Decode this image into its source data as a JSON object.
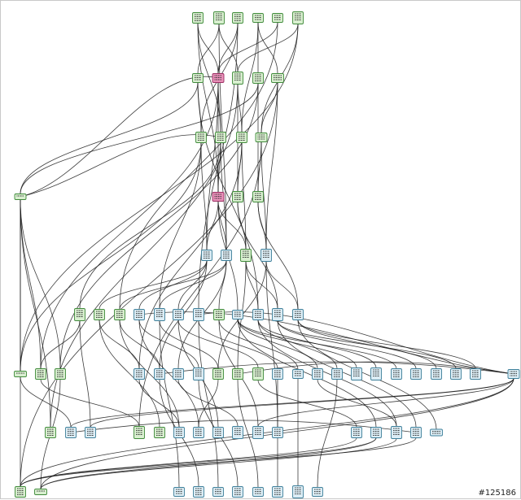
{
  "image_id": "#125186",
  "colors": {
    "background": "#ffffff",
    "edge": "#1a1a1a",
    "node_green_fill": "#d8efcf",
    "node_green_stroke": "#3f8a3a",
    "node_blue_fill": "#dcedf5",
    "node_blue_stroke": "#3d7f9a",
    "node_pink_fill": "#e88fb8",
    "node_pink_stroke": "#9a2f62"
  },
  "diagram": {
    "type": "directed-graph",
    "nodes": [
      {
        "id": "r0",
        "tone": "green"
      },
      {
        "id": "r1",
        "tone": "green"
      },
      {
        "id": "r2",
        "tone": "green"
      },
      {
        "id": "r3",
        "tone": "green"
      },
      {
        "id": "r4",
        "tone": "green"
      },
      {
        "id": "r5",
        "tone": "green"
      },
      {
        "id": "b0",
        "tone": "green"
      },
      {
        "id": "b1",
        "tone": "pink"
      },
      {
        "id": "b2",
        "tone": "green"
      },
      {
        "id": "b3",
        "tone": "green"
      },
      {
        "id": "b4",
        "tone": "green"
      },
      {
        "id": "c0",
        "tone": "green"
      },
      {
        "id": "c1",
        "tone": "green"
      },
      {
        "id": "c2",
        "tone": "green"
      },
      {
        "id": "c3",
        "tone": "green"
      },
      {
        "id": "h0",
        "tone": "green"
      },
      {
        "id": "d0",
        "tone": "pink"
      },
      {
        "id": "d1",
        "tone": "green"
      },
      {
        "id": "d2",
        "tone": "green"
      },
      {
        "id": "e0",
        "tone": "blue"
      },
      {
        "id": "e1",
        "tone": "blue"
      },
      {
        "id": "e2",
        "tone": "green"
      },
      {
        "id": "e3",
        "tone": "blue"
      },
      {
        "id": "f0",
        "tone": "green"
      },
      {
        "id": "f1",
        "tone": "green"
      },
      {
        "id": "f2",
        "tone": "green"
      },
      {
        "id": "f3",
        "tone": "blue"
      },
      {
        "id": "f4",
        "tone": "blue"
      },
      {
        "id": "f5",
        "tone": "blue"
      },
      {
        "id": "f6",
        "tone": "blue"
      },
      {
        "id": "f7",
        "tone": "green"
      },
      {
        "id": "f8",
        "tone": "blue"
      },
      {
        "id": "f9",
        "tone": "blue"
      },
      {
        "id": "f10",
        "tone": "blue"
      },
      {
        "id": "f11",
        "tone": "blue"
      },
      {
        "id": "g0",
        "tone": "green"
      },
      {
        "id": "g1",
        "tone": "green"
      },
      {
        "id": "g2",
        "tone": "green"
      },
      {
        "id": "g3",
        "tone": "blue"
      },
      {
        "id": "g4",
        "tone": "blue"
      },
      {
        "id": "g5",
        "tone": "blue"
      },
      {
        "id": "g6",
        "tone": "blue"
      },
      {
        "id": "g7",
        "tone": "green"
      },
      {
        "id": "g8",
        "tone": "green"
      },
      {
        "id": "g9",
        "tone": "green"
      },
      {
        "id": "g10",
        "tone": "blue"
      },
      {
        "id": "g11",
        "tone": "blue"
      },
      {
        "id": "g12",
        "tone": "blue"
      },
      {
        "id": "g13",
        "tone": "blue"
      },
      {
        "id": "g14",
        "tone": "blue"
      },
      {
        "id": "g15",
        "tone": "blue"
      },
      {
        "id": "g16",
        "tone": "blue"
      },
      {
        "id": "g17",
        "tone": "blue"
      },
      {
        "id": "g18",
        "tone": "blue"
      },
      {
        "id": "g19",
        "tone": "blue"
      },
      {
        "id": "g20",
        "tone": "blue"
      },
      {
        "id": "g21",
        "tone": "blue"
      },
      {
        "id": "i0",
        "tone": "green"
      },
      {
        "id": "i1",
        "tone": "blue"
      },
      {
        "id": "i2",
        "tone": "blue"
      },
      {
        "id": "i3",
        "tone": "green"
      },
      {
        "id": "i4",
        "tone": "green"
      },
      {
        "id": "i5",
        "tone": "blue"
      },
      {
        "id": "i6",
        "tone": "blue"
      },
      {
        "id": "i7",
        "tone": "blue"
      },
      {
        "id": "i8",
        "tone": "blue"
      },
      {
        "id": "i9",
        "tone": "blue"
      },
      {
        "id": "i10",
        "tone": "blue"
      },
      {
        "id": "i11",
        "tone": "blue"
      },
      {
        "id": "i12",
        "tone": "blue"
      },
      {
        "id": "i13",
        "tone": "blue"
      },
      {
        "id": "i14",
        "tone": "blue"
      },
      {
        "id": "i15",
        "tone": "blue"
      },
      {
        "id": "j0",
        "tone": "green"
      },
      {
        "id": "j1",
        "tone": "green"
      },
      {
        "id": "j2",
        "tone": "blue"
      },
      {
        "id": "j3",
        "tone": "blue"
      },
      {
        "id": "j4",
        "tone": "blue"
      },
      {
        "id": "j5",
        "tone": "blue"
      },
      {
        "id": "j6",
        "tone": "blue"
      },
      {
        "id": "j7",
        "tone": "blue"
      },
      {
        "id": "j8",
        "tone": "blue"
      },
      {
        "id": "j9",
        "tone": "blue"
      }
    ],
    "edges": [
      [
        "r0",
        "b1"
      ],
      [
        "r0",
        "c1"
      ],
      [
        "r0",
        "d0"
      ],
      [
        "r1",
        "b0"
      ],
      [
        "r1",
        "b2"
      ],
      [
        "r1",
        "e1"
      ],
      [
        "r2",
        "b1"
      ],
      [
        "r2",
        "c0"
      ],
      [
        "r2",
        "f6"
      ],
      [
        "r3",
        "b3"
      ],
      [
        "r3",
        "b4"
      ],
      [
        "r3",
        "c2"
      ],
      [
        "r4",
        "b1"
      ],
      [
        "r4",
        "f2"
      ],
      [
        "r5",
        "b2"
      ],
      [
        "r5",
        "g0"
      ],
      [
        "r5",
        "c3"
      ],
      [
        "b0",
        "c0"
      ],
      [
        "b0",
        "h0"
      ],
      [
        "b0",
        "f9"
      ],
      [
        "b1",
        "d0"
      ],
      [
        "b1",
        "c1"
      ],
      [
        "b1",
        "g1"
      ],
      [
        "b1",
        "e0"
      ],
      [
        "b2",
        "c2"
      ],
      [
        "b2",
        "d1"
      ],
      [
        "b2",
        "i0"
      ],
      [
        "b3",
        "h0"
      ],
      [
        "b3",
        "d2"
      ],
      [
        "b3",
        "g2"
      ],
      [
        "b4",
        "c3"
      ],
      [
        "b4",
        "e3"
      ],
      [
        "b4",
        "j0"
      ],
      [
        "c0",
        "e0"
      ],
      [
        "c0",
        "f4"
      ],
      [
        "c0",
        "g0"
      ],
      [
        "c1",
        "d0"
      ],
      [
        "c1",
        "e1"
      ],
      [
        "c1",
        "f0"
      ],
      [
        "c2",
        "d1"
      ],
      [
        "c2",
        "e2"
      ],
      [
        "c2",
        "g3"
      ],
      [
        "c3",
        "d2"
      ],
      [
        "c3",
        "e3"
      ],
      [
        "c3",
        "i3"
      ],
      [
        "d0",
        "e0"
      ],
      [
        "d0",
        "e1"
      ],
      [
        "d0",
        "e2"
      ],
      [
        "d0",
        "f8"
      ],
      [
        "d1",
        "e2"
      ],
      [
        "d1",
        "f10"
      ],
      [
        "d2",
        "e3"
      ],
      [
        "d2",
        "f11"
      ],
      [
        "h0",
        "g0"
      ],
      [
        "h0",
        "g1"
      ],
      [
        "h0",
        "g2"
      ],
      [
        "h0",
        "i0"
      ],
      [
        "h0",
        "j0"
      ],
      [
        "h0",
        "b1"
      ],
      [
        "h0",
        "c1"
      ],
      [
        "e0",
        "f1"
      ],
      [
        "e0",
        "f3"
      ],
      [
        "e0",
        "f5"
      ],
      [
        "e0",
        "g4"
      ],
      [
        "e1",
        "f2"
      ],
      [
        "e1",
        "f4"
      ],
      [
        "e1",
        "f7"
      ],
      [
        "e1",
        "g5"
      ],
      [
        "e2",
        "f9"
      ],
      [
        "e2",
        "f10"
      ],
      [
        "e2",
        "g8"
      ],
      [
        "e3",
        "f11"
      ],
      [
        "e3",
        "g7"
      ],
      [
        "e3",
        "i10"
      ],
      [
        "f0",
        "g1"
      ],
      [
        "f0",
        "i2"
      ],
      [
        "f1",
        "g3"
      ],
      [
        "f1",
        "i4"
      ],
      [
        "f2",
        "g4"
      ],
      [
        "f2",
        "i5"
      ],
      [
        "f3",
        "g6"
      ],
      [
        "f3",
        "i6"
      ],
      [
        "f4",
        "g7"
      ],
      [
        "f4",
        "j2"
      ],
      [
        "f5",
        "g9"
      ],
      [
        "f5",
        "i7"
      ],
      [
        "f6",
        "g10"
      ],
      [
        "f6",
        "j4"
      ],
      [
        "f7",
        "g11"
      ],
      [
        "f7",
        "i9"
      ],
      [
        "f8",
        "g12"
      ],
      [
        "f8",
        "g14"
      ],
      [
        "f8",
        "g16"
      ],
      [
        "f8",
        "i12"
      ],
      [
        "f9",
        "g13"
      ],
      [
        "f9",
        "g15"
      ],
      [
        "f9",
        "i13"
      ],
      [
        "f10",
        "g17"
      ],
      [
        "f10",
        "g19"
      ],
      [
        "f10",
        "i14"
      ],
      [
        "f11",
        "g18"
      ],
      [
        "f11",
        "g20"
      ],
      [
        "f11",
        "i15"
      ],
      [
        "g0",
        "i1"
      ],
      [
        "g1",
        "i3"
      ],
      [
        "g2",
        "j1"
      ],
      [
        "g3",
        "i5"
      ],
      [
        "g4",
        "j3"
      ],
      [
        "g5",
        "i8"
      ],
      [
        "g6",
        "j5"
      ],
      [
        "g7",
        "i6"
      ],
      [
        "g8",
        "j6"
      ],
      [
        "g9",
        "i11"
      ],
      [
        "g10",
        "j7"
      ],
      [
        "g11",
        "j8"
      ],
      [
        "g12",
        "i13"
      ],
      [
        "g13",
        "j9"
      ],
      [
        "g21",
        "i1"
      ],
      [
        "g21",
        "i2"
      ],
      [
        "g21",
        "j1"
      ],
      [
        "g21",
        "j0"
      ],
      [
        "g21",
        "f6"
      ],
      [
        "g21",
        "g8"
      ],
      [
        "g21",
        "i9"
      ],
      [
        "g21",
        "f3"
      ],
      [
        "g21",
        "g4"
      ],
      [
        "i12",
        "j0"
      ],
      [
        "i13",
        "j1"
      ],
      [
        "i14",
        "j0"
      ],
      [
        "i12",
        "j1"
      ],
      [
        "i11",
        "j0"
      ],
      [
        "i14",
        "i1"
      ]
    ]
  }
}
